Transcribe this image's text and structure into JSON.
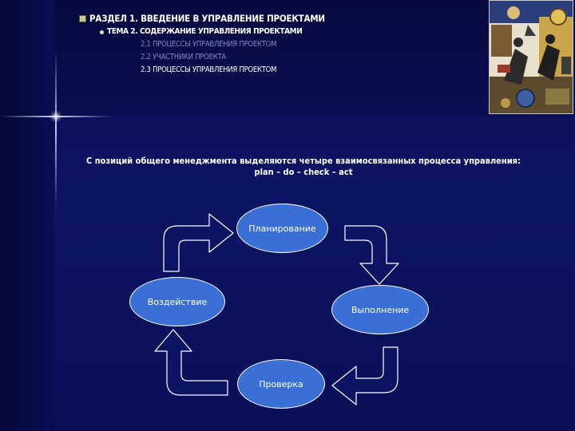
{
  "outline": {
    "section": "РАЗДЕЛ 1. ВВЕДЕНИЕ В УПРАВЛЕНИЕ ПРОЕКТАМИ",
    "topic": "ТЕМА 2. СОДЕРЖАНИЕ УПРАВЛЕНИЯ ПРОЕКТАМИ",
    "items": [
      "2.1 ПРОЦЕССЫ УПРАВЛЕНИЯ ПРОЕКТОМ",
      "2.2 УЧАСТНИКИ ПРОЕКТА",
      "2.3 ПРОЦЕССЫ УПРАВЛЕНИЯ ПРОЕКТОМ"
    ]
  },
  "intro": {
    "line1": "С позиций общего менеджмента выделяются четыре взаимосвязанных процесса управления:",
    "line2": "plan – do – check – act"
  },
  "cycle": {
    "nodes": [
      "Планирование",
      "Выполнение",
      "Проверка",
      "Воздействие"
    ]
  },
  "colors": {
    "background": "#0b0f56",
    "node_fill": "#3a70d6",
    "node_border": "#ffffff",
    "arrow_fill": "#0d1463",
    "arrow_outline": "#ffffff",
    "outline_dim": "#7e88c8"
  },
  "icons": [
    "square-bullet-icon",
    "dot-bullet-icon",
    "cycle-arrow-icon"
  ]
}
